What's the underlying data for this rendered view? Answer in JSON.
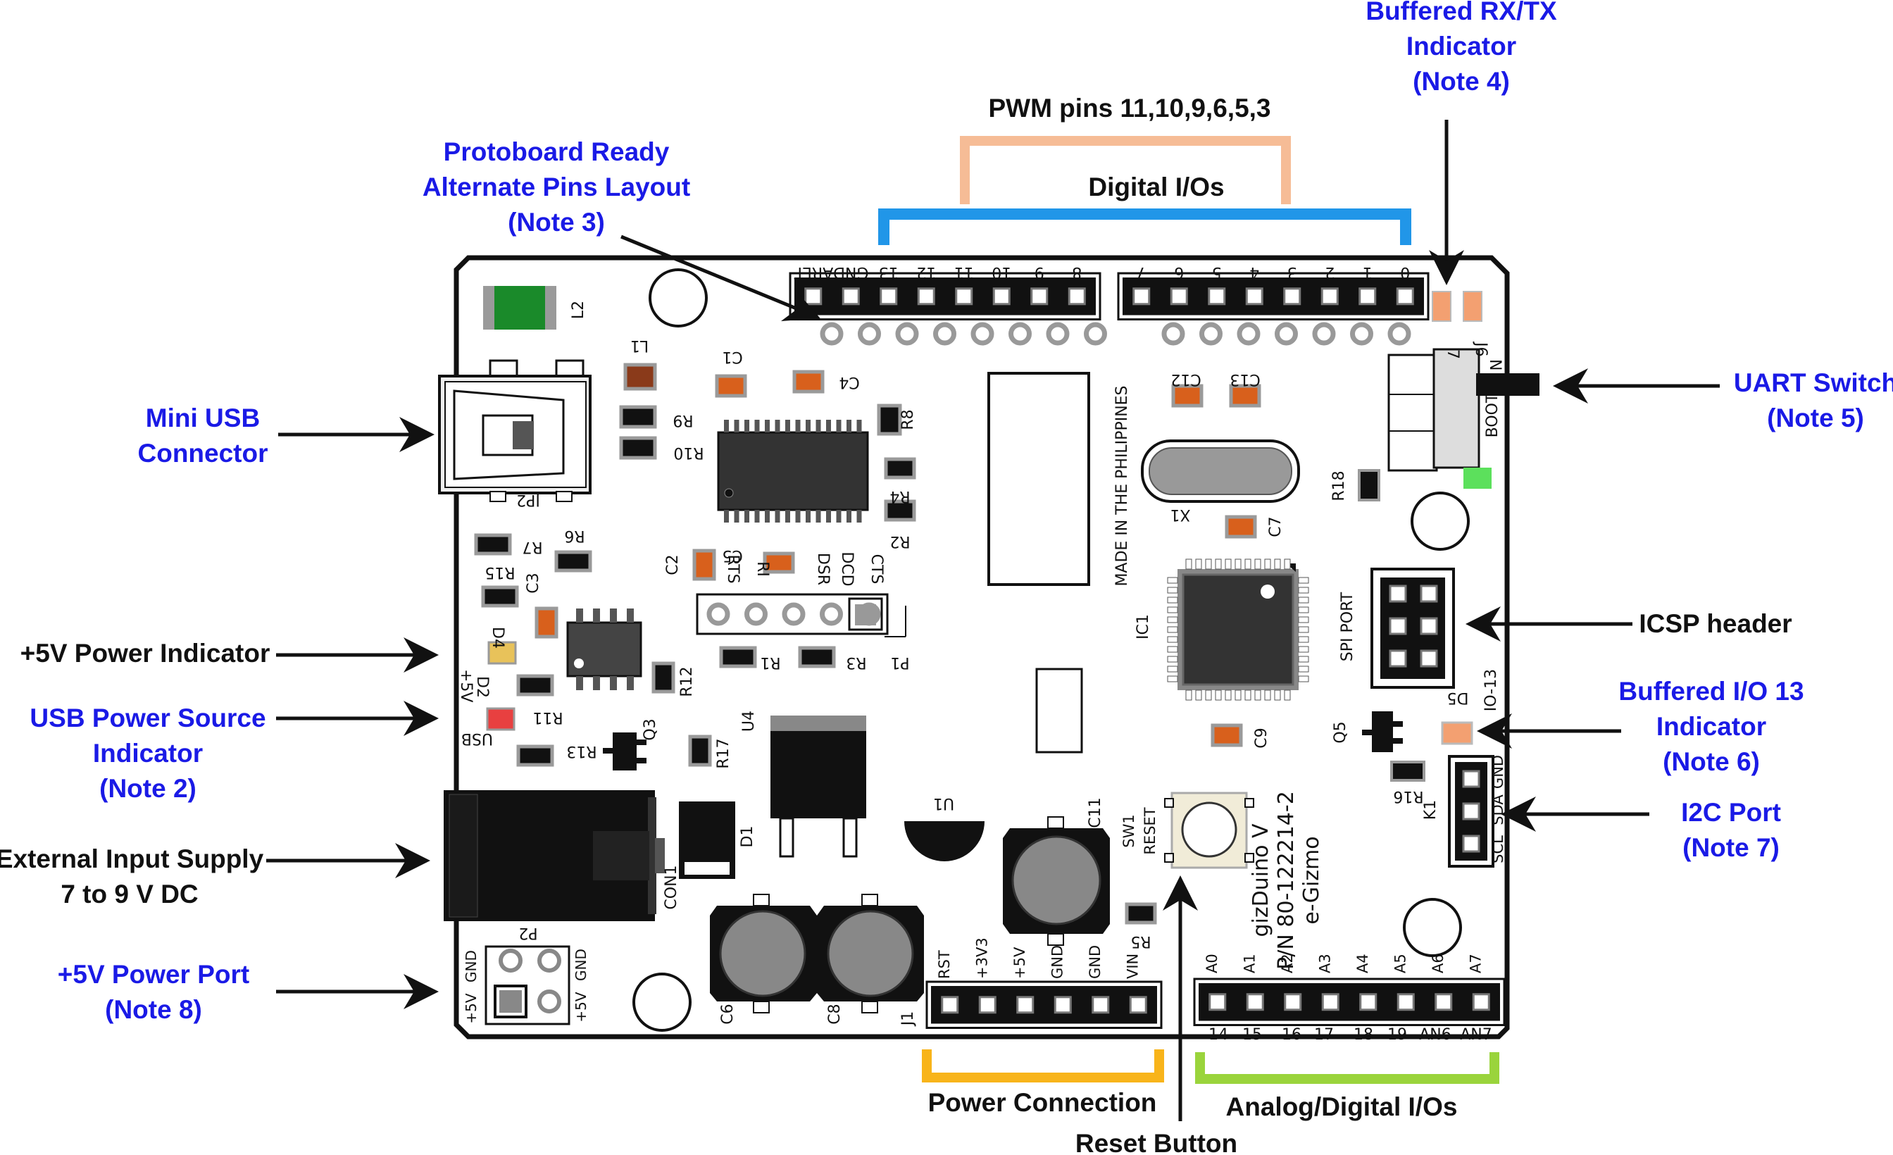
{
  "colors": {
    "callout_black": "#111111",
    "callout_blue": "#1a1ae6",
    "digital_bracket": "#2196e8",
    "pwm_bracket": "#f6bc96",
    "power_bracket": "#f8b41a",
    "analog_bracket": "#9ad43c",
    "cap_orange": "#d8601c",
    "inductor_green": "#1a8a2a",
    "pad_gray": "#9a9a9a"
  },
  "callouts": {
    "rxtx": [
      "Buffered RX/TX",
      "Indicator",
      "(Note 4)"
    ],
    "pwm": [
      "PWM pins 11,10,9,6,5,3"
    ],
    "digital": [
      "Digital I/Os"
    ],
    "protoboard": [
      "Protoboard Ready",
      "Alternate Pins Layout",
      "(Note 3)"
    ],
    "uart": [
      "UART Switch",
      "(Note 5)"
    ],
    "mini_usb": [
      "Mini USB",
      "Connector"
    ],
    "icsp": [
      "ICSP header"
    ],
    "power_indicator": [
      "+5V Power Indicator"
    ],
    "usb_source": [
      "USB Power Source",
      "Indicator",
      "(Note 2)"
    ],
    "io13": [
      "Buffered I/O 13",
      "Indicator",
      "(Note 6)"
    ],
    "i2c": [
      "I2C Port",
      "(Note 7)"
    ],
    "external_supply": [
      "External Input Supply",
      "7 to 9 V DC"
    ],
    "power_port": [
      "+5V Power Port",
      "(Note 8)"
    ],
    "power_connection": [
      "Power Connection"
    ],
    "analog": [
      "Analog/Digital I/Os"
    ],
    "reset": [
      "Reset Button"
    ]
  },
  "silkscreen": {
    "digital_left": [
      "AREF",
      "GND",
      "13",
      "12",
      "11",
      "10",
      "9",
      "8"
    ],
    "digital_right": [
      "7",
      "6",
      "5",
      "4",
      "3",
      "2",
      "1",
      "0"
    ],
    "power_header": [
      "RST",
      "+3V3",
      "+5V",
      "GND",
      "GND",
      "VIN"
    ],
    "analog_top": [
      "A0",
      "A1",
      "A2",
      "A3",
      "A4",
      "A5",
      "A6",
      "A7"
    ],
    "analog_bottom": [
      "14",
      "15",
      "16",
      "17",
      "18",
      "19",
      "AN6",
      "AN7"
    ],
    "ftdi": [
      "RTS",
      "RI",
      "DSR",
      "DCD",
      "CTS"
    ],
    "i2c": [
      "GND",
      "SDA",
      "SCL"
    ],
    "made_in": "MADE IN THE PHILIPPINES",
    "brand": [
      "gizDuino V",
      "P/N 80-122214-2",
      "e-Gizmo"
    ],
    "spi_port": "SPI PORT",
    "io_13": "IO-13",
    "boot": "BOOT",
    "p2_left": [
      "GND",
      "+5V"
    ],
    "p2_right": [
      "GND",
      "+5V"
    ],
    "usb_lbl": "USB",
    "plus5v_lbl": "+5V",
    "reset_lbl": "RESET",
    "refs": {
      "L2": "L2",
      "L1": "L1",
      "C1": "C1",
      "C4": "C4",
      "R9": "R9",
      "R8": "R8",
      "R10": "R10",
      "R4": "R4",
      "R2": "R2",
      "JP2": "JP2",
      "R7": "R7",
      "R6": "R6",
      "R15": "R15",
      "C3": "C3",
      "C2": "C2",
      "C5": "C5",
      "D4": "D4",
      "D2": "D2",
      "R11": "R11",
      "R12": "R12",
      "R1": "R1",
      "R3": "R3",
      "P1": "P1",
      "Q3": "Q3",
      "R13": "R13",
      "R17": "R17",
      "U4": "U4",
      "D1": "D1",
      "U1": "U1",
      "CON1": "CON1",
      "C11": "C11",
      "SW1": "SW1",
      "R5": "R5",
      "C12": "C12",
      "C13": "C13",
      "X1": "X1",
      "C7": "C7",
      "R18": "R18",
      "IC1": "IC1",
      "C9": "C9",
      "Q5": "Q5",
      "D5": "D5",
      "R16": "R16",
      "K1": "K1",
      "P2": "P2",
      "C6": "C6",
      "C8": "C8",
      "J1": "J1",
      "J6": "J6",
      "N": "N"
    }
  }
}
